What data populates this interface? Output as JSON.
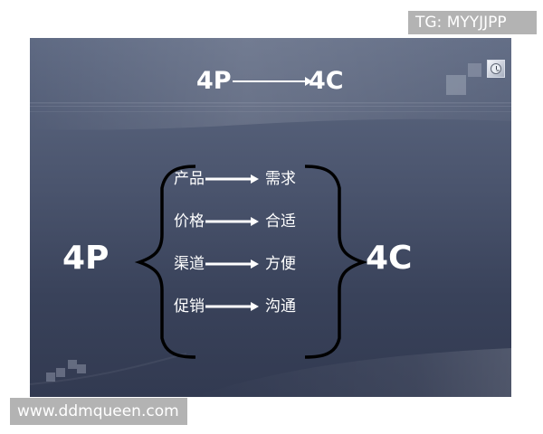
{
  "watermarks": {
    "top": "TG: MYYJJPP",
    "bottom": "www.ddmqueen.com"
  },
  "diagram": {
    "top_from": "4P",
    "top_to": "4C",
    "left_label": "4P",
    "right_label": "4C",
    "pairs": [
      {
        "from": "产品",
        "to": "需求"
      },
      {
        "from": "价格",
        "to": "合适"
      },
      {
        "from": "渠道",
        "to": "方便"
      },
      {
        "from": "促销",
        "to": "沟通"
      }
    ]
  },
  "colors": {
    "slide_top": "#5f6a83",
    "slide_bottom": "#323a51",
    "text": "#ffffff",
    "bracket": "#000000"
  },
  "icons": {
    "corner": "clock-icon",
    "decor": "square-pattern-icon"
  }
}
